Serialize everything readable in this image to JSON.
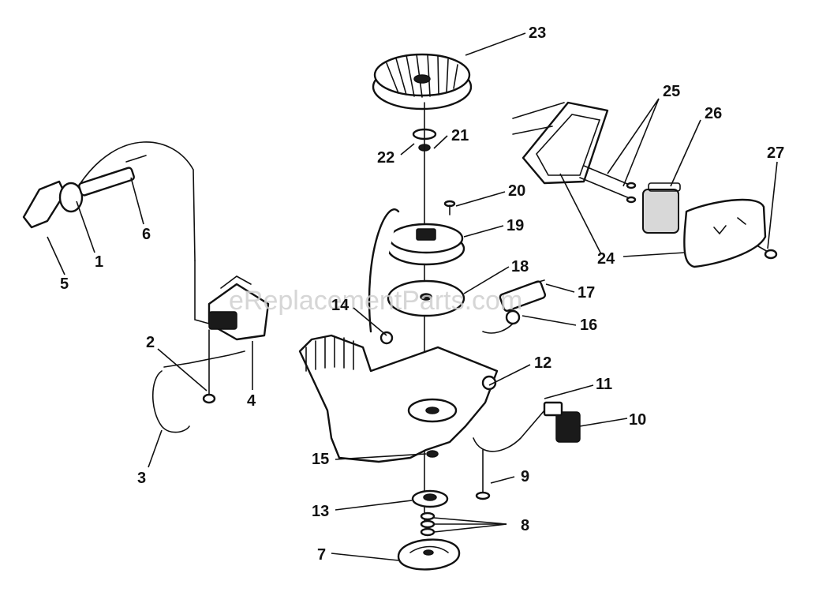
{
  "watermark": "eReplacementParts.com",
  "callouts": [
    {
      "id": "1",
      "label": "1"
    },
    {
      "id": "2",
      "label": "2"
    },
    {
      "id": "3",
      "label": "3"
    },
    {
      "id": "4",
      "label": "4"
    },
    {
      "id": "5",
      "label": "5"
    },
    {
      "id": "6",
      "label": "6"
    },
    {
      "id": "7",
      "label": "7"
    },
    {
      "id": "8",
      "label": "8"
    },
    {
      "id": "9",
      "label": "9"
    },
    {
      "id": "10",
      "label": "10"
    },
    {
      "id": "11",
      "label": "11"
    },
    {
      "id": "12",
      "label": "12"
    },
    {
      "id": "13",
      "label": "13"
    },
    {
      "id": "14",
      "label": "14"
    },
    {
      "id": "15",
      "label": "15"
    },
    {
      "id": "16",
      "label": "16"
    },
    {
      "id": "17",
      "label": "17"
    },
    {
      "id": "18",
      "label": "18"
    },
    {
      "id": "19",
      "label": "19"
    },
    {
      "id": "20",
      "label": "20"
    },
    {
      "id": "21",
      "label": "21"
    },
    {
      "id": "22",
      "label": "22"
    },
    {
      "id": "23",
      "label": "23"
    },
    {
      "id": "24",
      "label": "24"
    },
    {
      "id": "25",
      "label": "25"
    },
    {
      "id": "26",
      "label": "26"
    },
    {
      "id": "27",
      "label": "27"
    }
  ]
}
